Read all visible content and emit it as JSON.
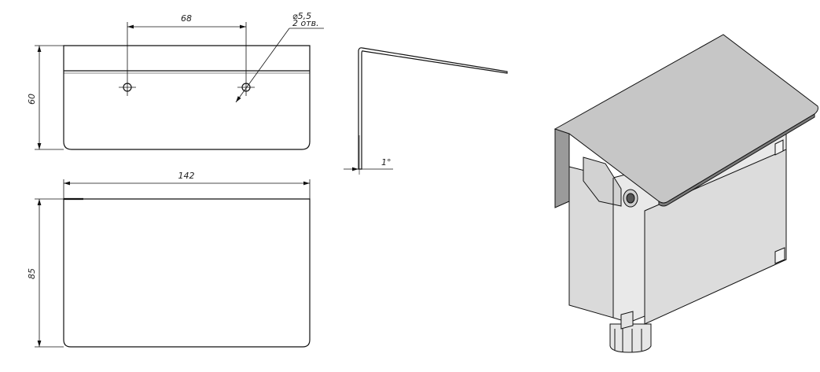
{
  "drawing": {
    "dimensions": {
      "hole_spacing": "68",
      "hole_diameter": "⌀5,5",
      "hole_count": "2 отв.",
      "front_height": "60",
      "bend_angle": "1°",
      "width": "142",
      "plan_height": "85"
    }
  },
  "colors": {
    "line": "#111111",
    "cover_top": "#c9c9c9",
    "cover_top_shadow": "#8e8e8e",
    "box_face": "#e4e4e4",
    "box_side": "#d6d6d6"
  }
}
